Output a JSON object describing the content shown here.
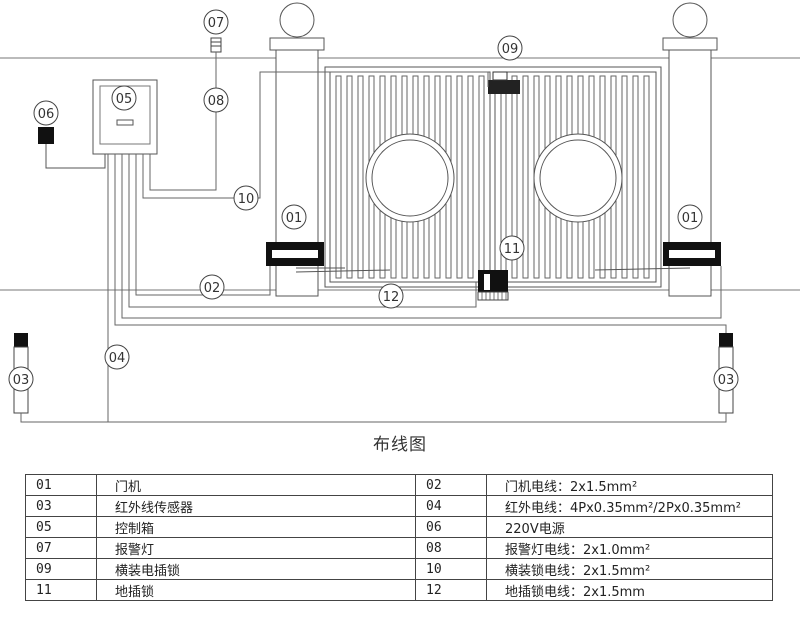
{
  "callouts": {
    "c01_left": "01",
    "c01_right": "01",
    "c02": "02",
    "c03_left": "03",
    "c03_right": "03",
    "c04": "04",
    "c05": "05",
    "c06": "06",
    "c07": "07",
    "c08": "08",
    "c09": "09",
    "c10": "10",
    "c11": "11",
    "c12": "12"
  },
  "caption": "布线图",
  "legend": {
    "rows": [
      {
        "n1": "01",
        "d1": "门机",
        "n2": "02",
        "d2": "门机电线：2x1.5mm²"
      },
      {
        "n1": "03",
        "d1": "红外线传感器",
        "n2": "04",
        "d2": "红外电线：4Px0.35mm²/2Px0.35mm²"
      },
      {
        "n1": "05",
        "d1": "控制箱",
        "n2": "06",
        "d2": "220V电源"
      },
      {
        "n1": "07",
        "d1": "报警灯",
        "n2": "08",
        "d2": "报警灯电线：2x1.0mm²"
      },
      {
        "n1": "09",
        "d1": "横装电插锁",
        "n2": "10",
        "d2": "横装锁电线：2x1.5mm²"
      },
      {
        "n1": "11",
        "d1": "地插锁",
        "n2": "12",
        "d2": "地插锁电线：2x1.5mm"
      }
    ]
  }
}
